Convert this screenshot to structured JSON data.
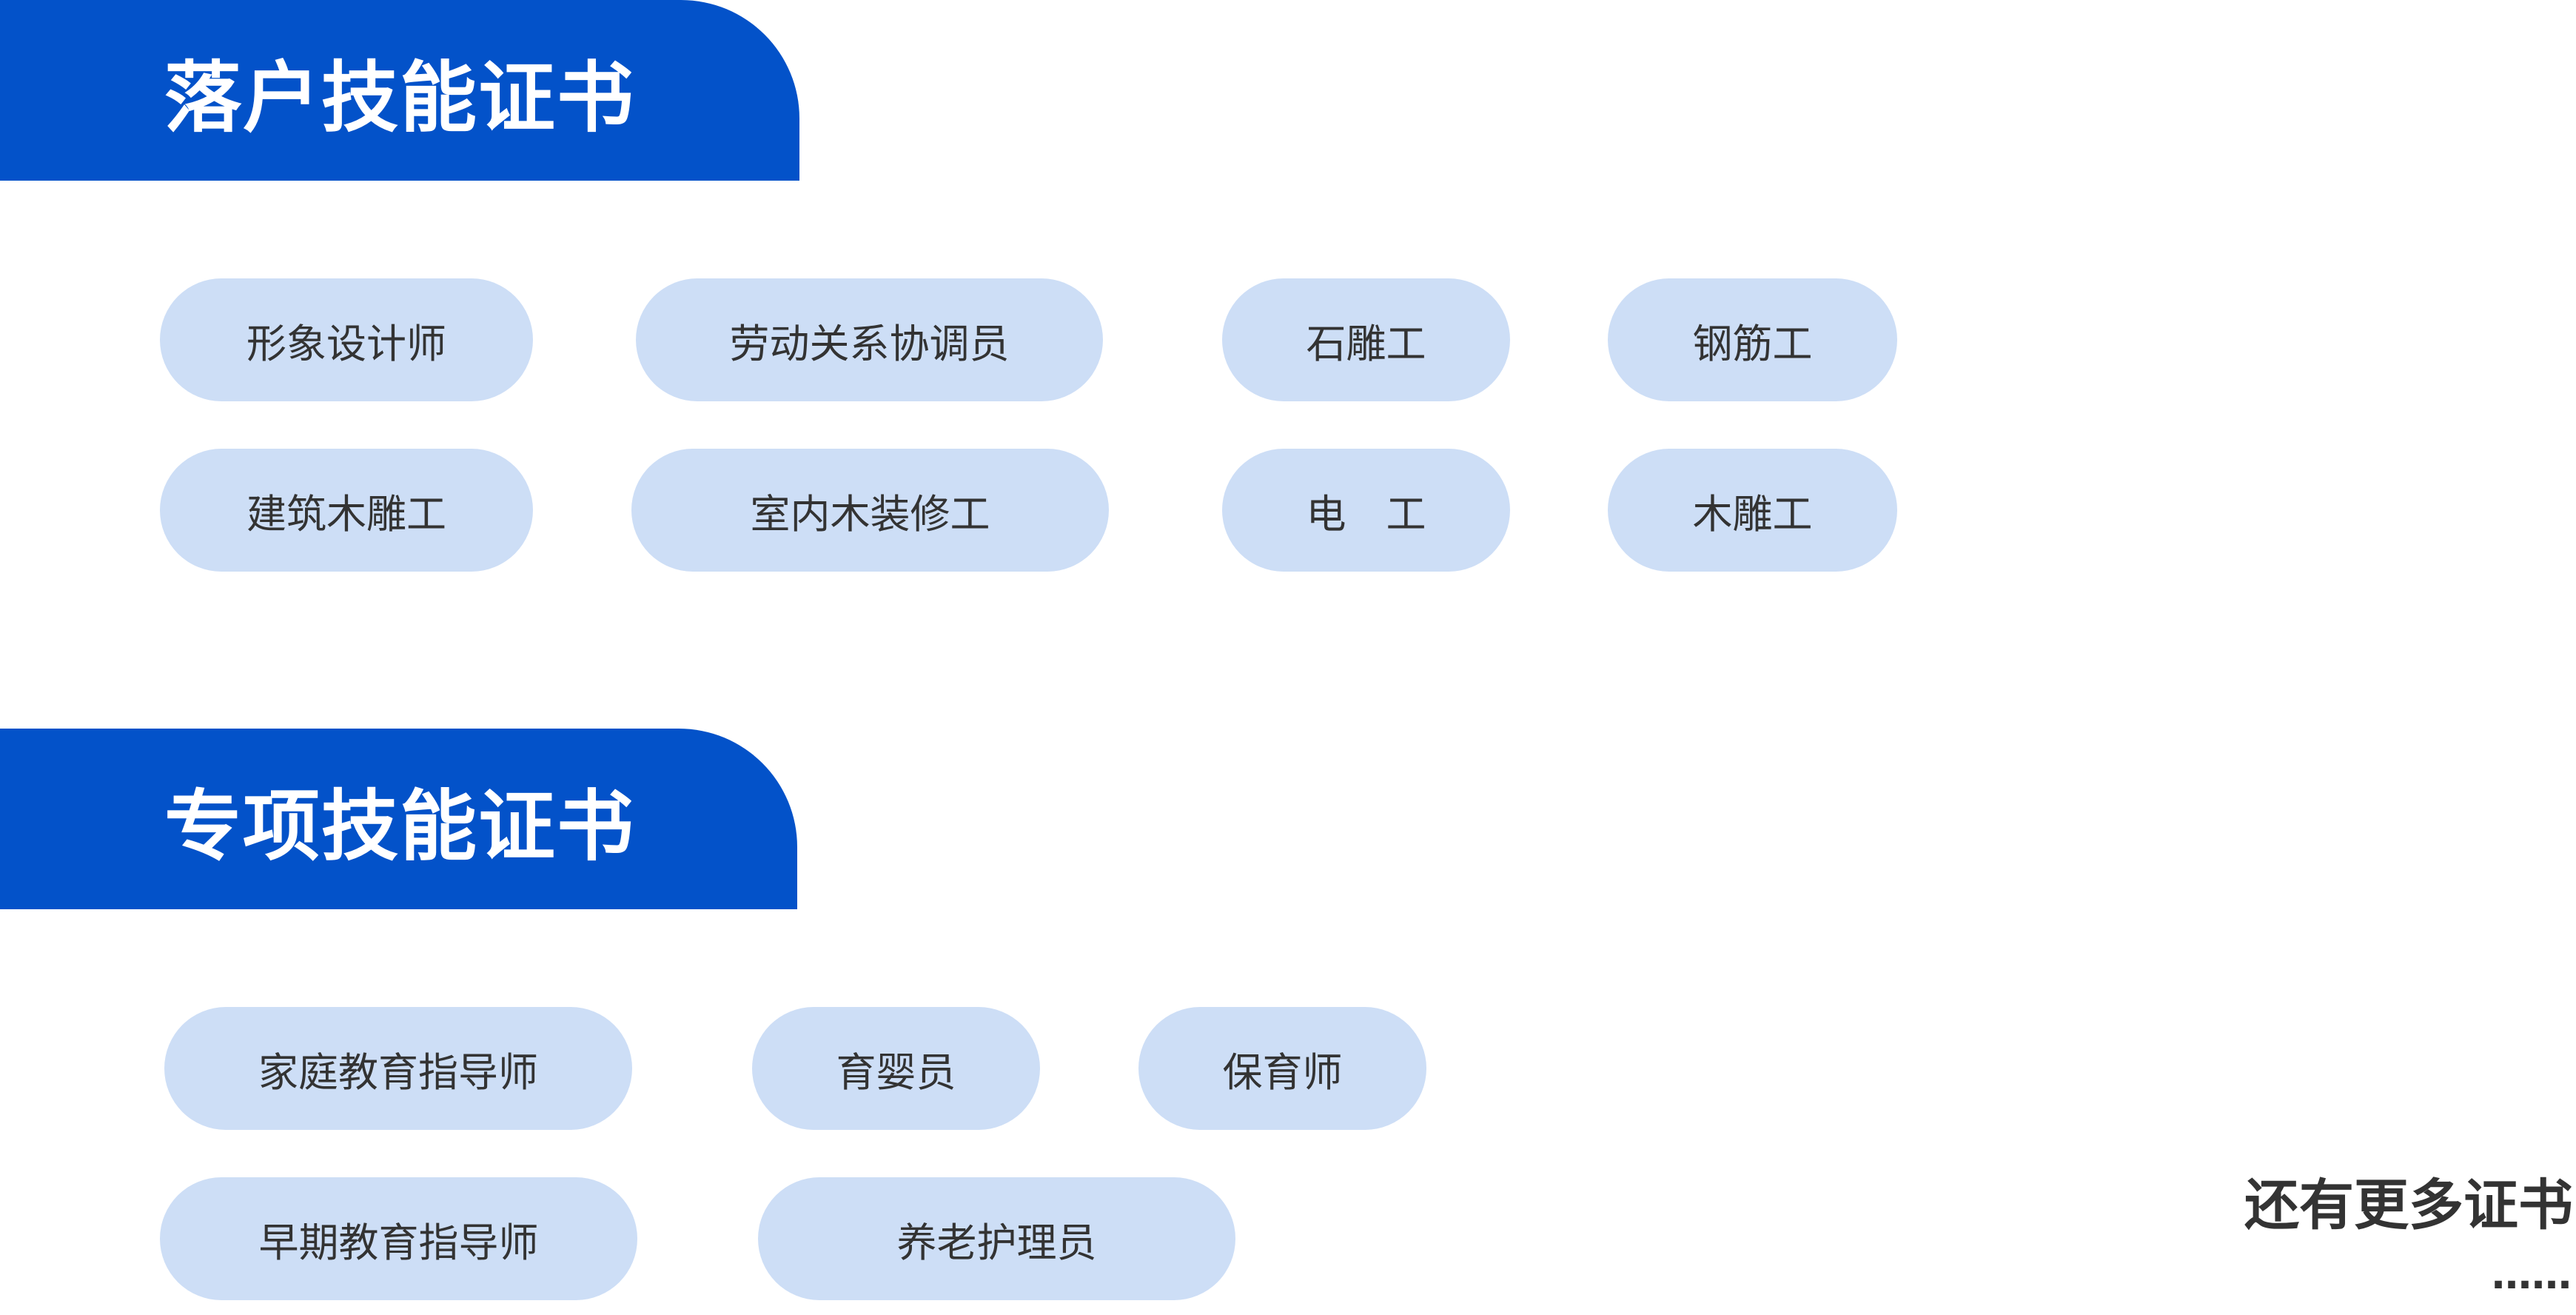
{
  "colors": {
    "brand": "#0352c9",
    "pill_bg": "#cddef6",
    "pill_text": "#333333",
    "more_text": "#333333"
  },
  "sections": [
    {
      "title": "落户技能证书",
      "items": [
        "形象设计师",
        "劳动关系协调员",
        "石雕工",
        "钢筋工",
        "建筑木雕工",
        "室内木装修工",
        "电　工",
        "木雕工"
      ]
    },
    {
      "title": "专项技能证书",
      "items": [
        "家庭教育指导师",
        "育婴员",
        "保育师",
        "早期教育指导师",
        "养老护理员"
      ]
    }
  ],
  "more": {
    "label": "还有更多证书",
    "ellipsis": "……"
  }
}
